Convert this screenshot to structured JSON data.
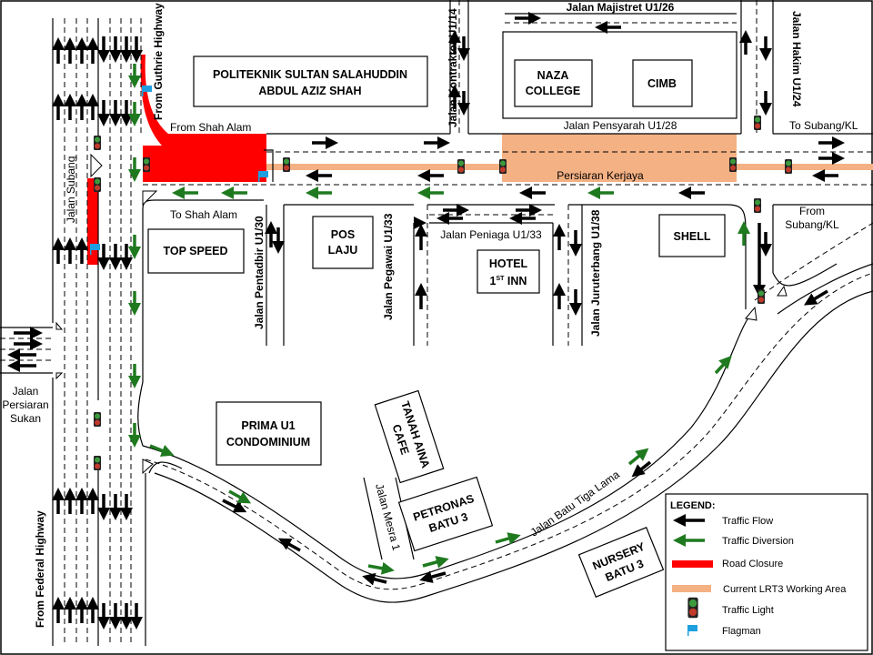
{
  "buildings": {
    "politeknik": [
      "POLITEKNIK SULTAN SALAHUDDIN",
      "ABDUL AZIZ SHAH"
    ],
    "naza": [
      "NAZA",
      "COLLEGE"
    ],
    "cimb": "CIMB",
    "top_speed": "TOP SPEED",
    "pos_laju": [
      "POS",
      "LAJU"
    ],
    "hotel": [
      "HOTEL",
      "1",
      "ST",
      " INN"
    ],
    "shell": "SHELL",
    "prima": [
      "PRIMA U1",
      "CONDOMINIUM"
    ],
    "tanah_aina": [
      "TANAH AINA",
      "CAFE"
    ],
    "petronas": [
      "PETRONAS",
      "BATU 3"
    ],
    "nursery": [
      "NURSERY",
      "BATU 3"
    ]
  },
  "roads": {
    "jalan_majistret": "Jalan Majistret U1/26",
    "jalan_kontraktor": "Jalan Kontraktor U1/14",
    "jalan_hakim": "Jalan Hakim U1/24",
    "from_guthrie": "From Guthrie Highway",
    "from_shah_alam": "From Shah Alam",
    "jalan_pensyarah": "Jalan Pensyarah U1/28",
    "to_subang_kl": "To Subang/KL",
    "persiaran_kerjaya": "Persiaran Kerjaya",
    "jalan_subang": "Jalan Subang",
    "to_shah_alam": "To Shah Alam",
    "from_subang_kl": [
      "From",
      "Subang/KL"
    ],
    "jalan_pentadbir": "Jalan Pentadbir U1/30",
    "jalan_pegawai": "Jalan Pegawai U1/33",
    "jalan_peniaga": "Jalan Peniaga U1/33",
    "jalan_juruterbang": "Jalan Juruterbang U1/38",
    "jalan_persiaran_sukan": [
      "Jalan",
      "Persiaran",
      "Sukan"
    ],
    "jalan_mesra": "Jalan Mesra 1",
    "jalan_batu_tiga_lama": "Jalan Batu Tiga Lama",
    "from_federal": "From Federal Highway"
  },
  "legend": {
    "title": "LEGEND:",
    "items": [
      "Traffic Flow",
      "Traffic Diversion",
      "Road Closure",
      "Current LRT3 Working Area",
      "Traffic Light",
      "Flagman"
    ]
  },
  "colors": {
    "closure": "#ff0000",
    "lrt3": "#f4b183",
    "diversion": "#1f7a1f",
    "flagman": "#1ea0e0"
  }
}
